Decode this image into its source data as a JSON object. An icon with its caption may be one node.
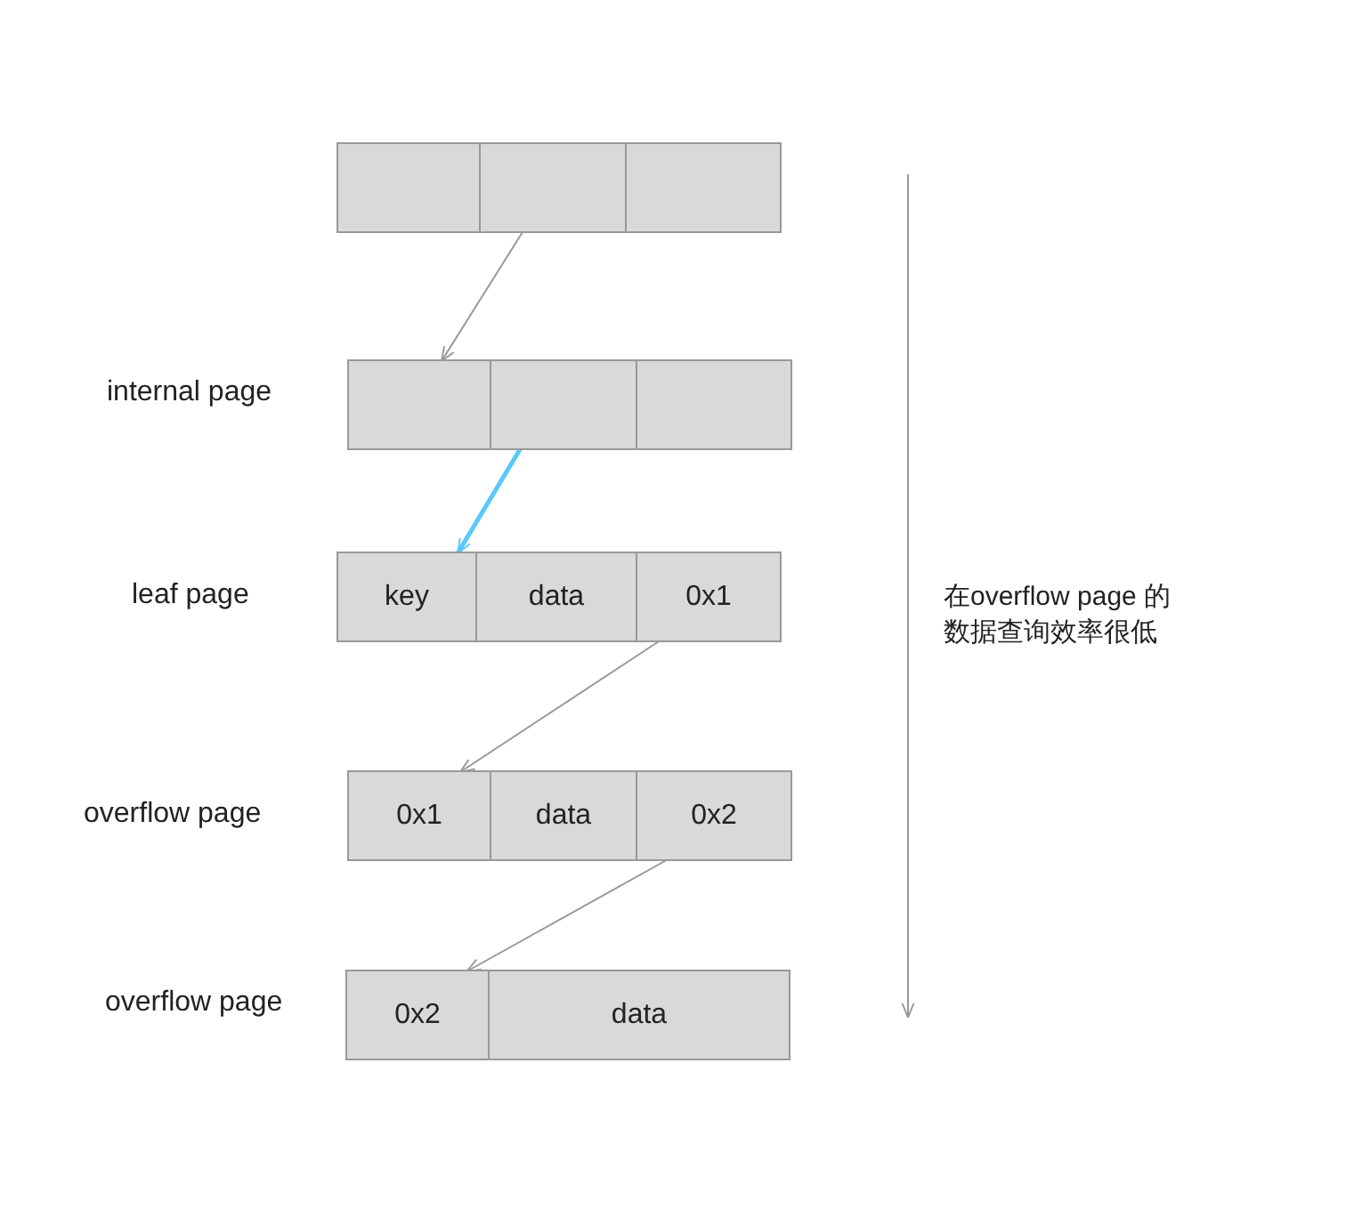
{
  "diagram": {
    "nodes": [
      {
        "text": [],
        "shape": "box"
      },
      {
        "text": [],
        "shape": "box",
        "in": 0
      },
      {
        "text": [],
        "shape": "box",
        "in": 0
      },
      {
        "text": [],
        "shape": "box",
        "in": 0
      },
      {
        "text": [],
        "shape": "box",
        "beside": [
          "internal page"
        ]
      },
      {
        "text": [],
        "shape": "box",
        "in": 4
      },
      {
        "text": [],
        "shape": "box",
        "in": 4
      },
      {
        "text": [],
        "shape": "box",
        "in": 4
      },
      {
        "text": [],
        "shape": "box",
        "beside": [
          "leaf page"
        ]
      },
      {
        "text": [
          "key"
        ],
        "in": 8
      },
      {
        "text": [
          "data"
        ],
        "in": 8
      },
      {
        "text": [
          "0x1"
        ],
        "in": 8
      },
      {
        "text": [],
        "shape": "box",
        "beside": [
          "overflow page"
        ]
      },
      {
        "text": [
          "0x1"
        ],
        "in": 12
      },
      {
        "text": [
          "data"
        ],
        "in": 12
      },
      {
        "text": [
          "0x2"
        ],
        "in": 12
      },
      {
        "text": [],
        "shape": "box",
        "beside": [
          "overflow page"
        ]
      },
      {
        "text": [
          "0x2"
        ],
        "in": 16
      },
      {
        "text": [
          "data"
        ],
        "in": 16
      }
    ],
    "edges": [
      {
        "from": 2,
        "to": 5,
        "arrow": "to"
      },
      {
        "from": 6,
        "to": 9,
        "arrow": "to",
        "style": "thick",
        "color": "#5ac8fa"
      },
      {
        "from": 11,
        "to": 13,
        "arrow": "to"
      },
      {
        "from": 15,
        "to": 17,
        "arrow": "to"
      }
    ],
    "labels": [
      "在overflow page 的数据查询效率很低"
    ]
  }
}
